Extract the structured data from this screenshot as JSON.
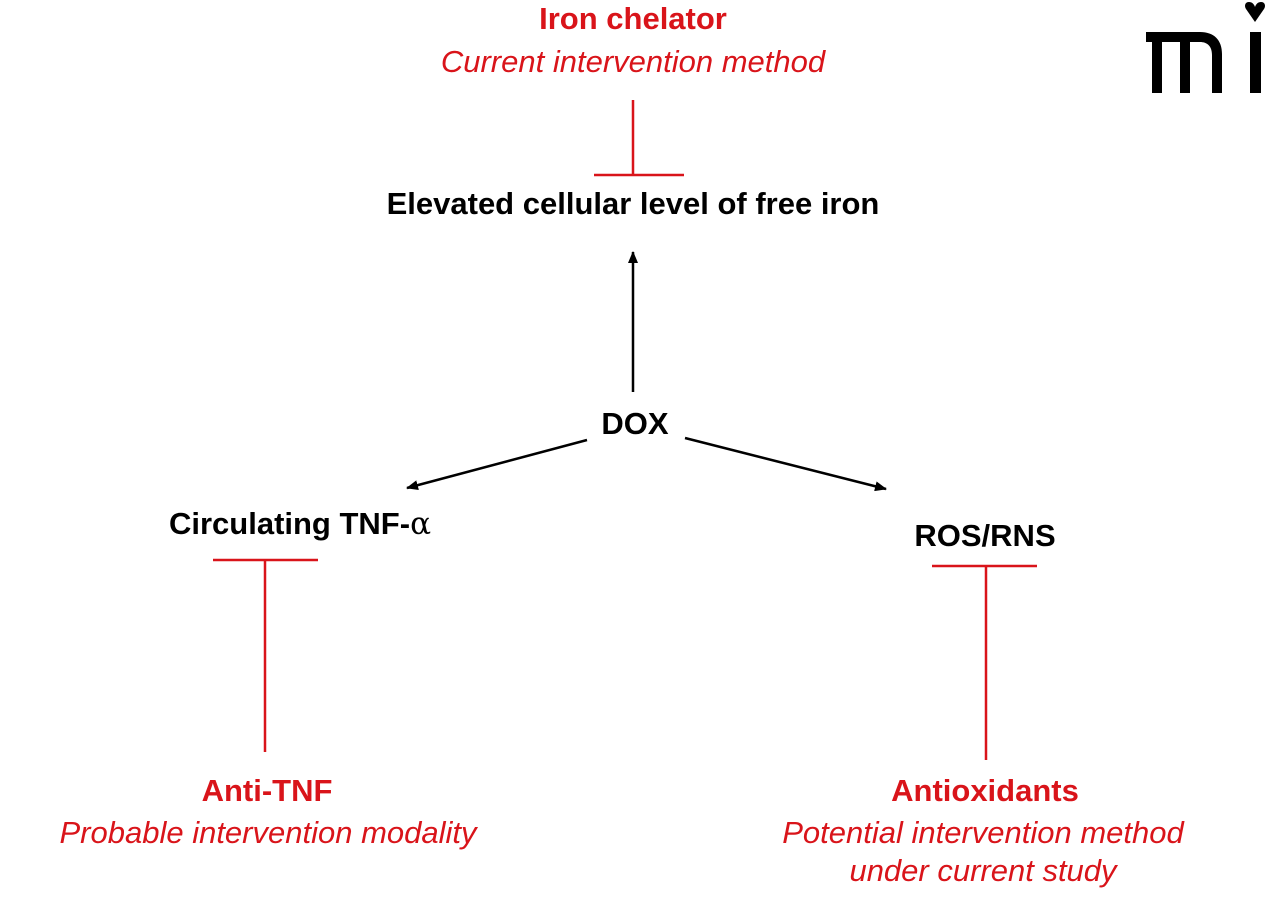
{
  "nodes": {
    "iron_chelator": {
      "title": "Iron chelator",
      "subtitle": "Current intervention method"
    },
    "free_iron": {
      "label": "Elevated cellular level of free iron"
    },
    "dox": {
      "label": "DOX"
    },
    "tnf": {
      "label_prefix": "Circulating TNF-",
      "label_symbol": "α"
    },
    "ros": {
      "label": "ROS/RNS"
    },
    "anti_tnf": {
      "title": "Anti-TNF",
      "subtitle": "Probable intervention modality"
    },
    "antioxidants": {
      "title": "Antioxidants",
      "subtitle_line1": "Potential intervention method",
      "subtitle_line2": "under current study"
    }
  },
  "colors": {
    "inhibition": "#d9141a",
    "activation": "#000000",
    "text": "#000000"
  },
  "logo": {
    "icon": "journal-logo-icon"
  }
}
